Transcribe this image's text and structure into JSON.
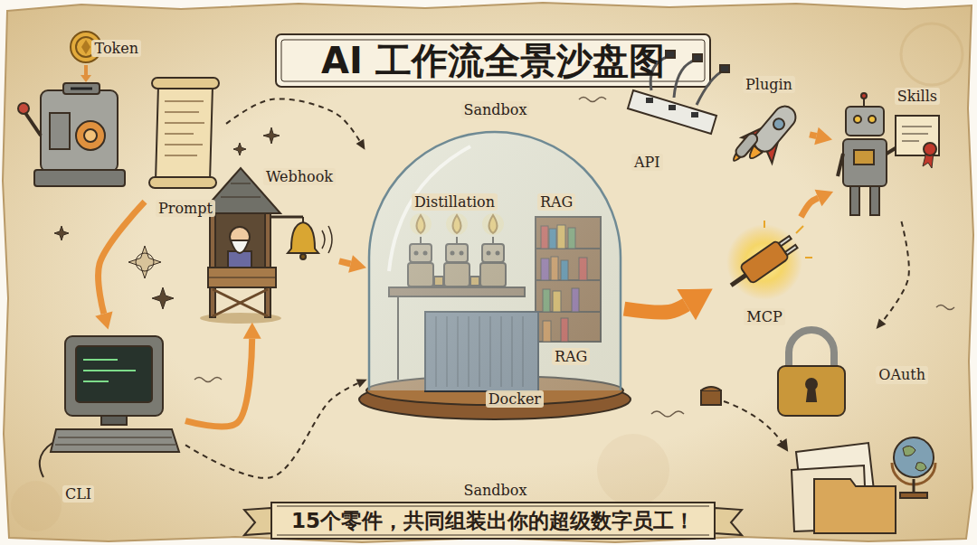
{
  "diagram": {
    "title": "AI 工作流全景沙盘图",
    "caption": "15个零件，共同组装出你的超级数字员工！",
    "nodes": [
      {
        "text": [
          "Token"
        ]
      },
      {
        "text": [
          "Prompt"
        ]
      },
      {
        "text": [
          "Webhook"
        ]
      },
      {
        "text": [
          "CLI"
        ]
      },
      {
        "text": [
          "Sandbox",
          "Sandbox"
        ]
      },
      {
        "text": [
          "Distillation"
        ],
        "in": 4
      },
      {
        "text": [
          "RAG"
        ],
        "in": 4
      },
      {
        "text": [
          "Docker"
        ],
        "in": 4
      },
      {
        "text": [
          "API"
        ]
      },
      {
        "text": [
          "MCP"
        ]
      },
      {
        "text": [
          "Plugin"
        ]
      },
      {
        "text": [
          "Skills"
        ]
      },
      {
        "text": [
          "OAuth"
        ]
      }
    ],
    "edges": [
      {
        "from": 1,
        "to": 3,
        "arrow": "to"
      },
      {
        "from": 3,
        "to": 2,
        "arrow": "to"
      },
      {
        "from": 3,
        "to": 4,
        "arrow": "to"
      },
      {
        "from": 2,
        "to": 4,
        "arrow": "to"
      },
      {
        "from": 1,
        "to": 4,
        "arrow": "to"
      },
      {
        "from": 4,
        "to": 9,
        "arrow": "to"
      },
      {
        "from": 9,
        "to": 11,
        "arrow": "to"
      },
      {
        "from": 10,
        "to": 11,
        "arrow": "to"
      },
      {
        "from": 11,
        "to": 12,
        "arrow": "to"
      }
    ],
    "labels": [
      "RAG"
    ]
  }
}
